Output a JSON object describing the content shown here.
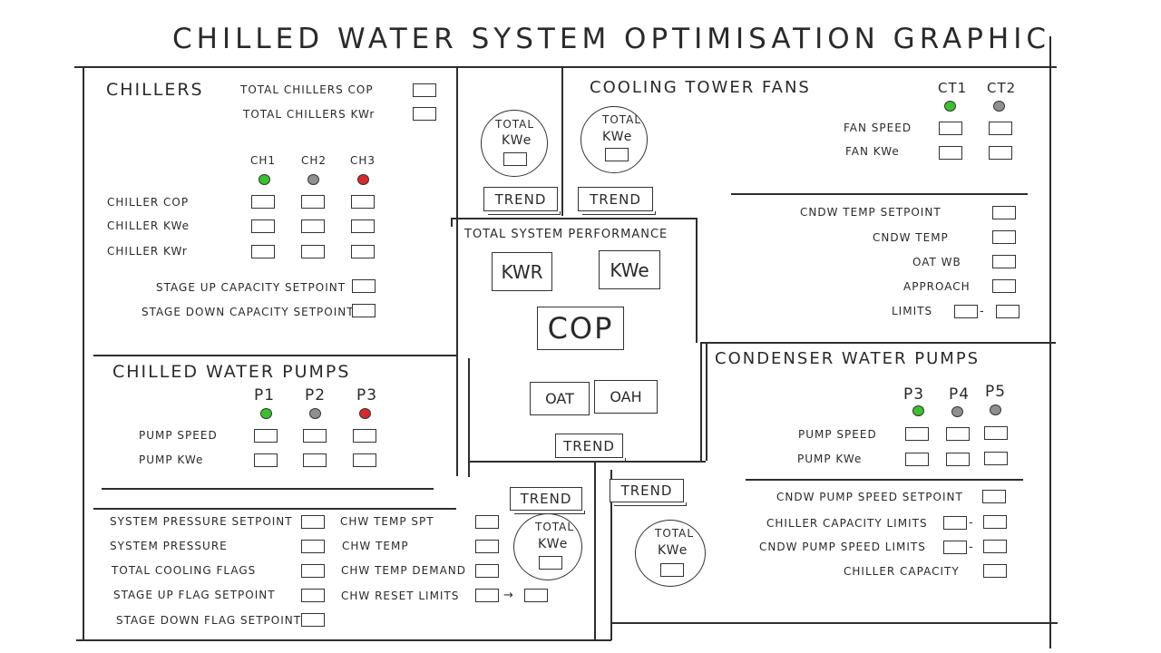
{
  "title": "CHILLED WATER SYSTEM OPTIMISATION GRAPHIC",
  "colors": {
    "status_green": "#39c22b",
    "status_grey": "#8f8f8f",
    "status_red": "#d8292a",
    "ink": "#2e2e2e"
  },
  "common": {
    "total_label_top": "TOTAL",
    "total_label_bottom": "KWe",
    "trend": "TREND"
  },
  "chillers": {
    "heading": "CHILLERS",
    "total_cop": "TOTAL CHILLERS COP",
    "total_kwr": "TOTAL CHILLERS KWr",
    "units": [
      {
        "name": "CH1",
        "status": "green"
      },
      {
        "name": "CH2",
        "status": "grey"
      },
      {
        "name": "CH3",
        "status": "red"
      }
    ],
    "rows": [
      "CHILLER COP",
      "CHILLER KWe",
      "CHILLER KWr"
    ],
    "stage_up": "STAGE UP CAPACITY SETPOINT",
    "stage_down": "STAGE DOWN CAPACITY SETPOINT"
  },
  "cooling_tower": {
    "heading": "COOLING TOWER FANS",
    "units": [
      {
        "name": "CT1",
        "status": "green"
      },
      {
        "name": "CT2",
        "status": "grey"
      }
    ],
    "rows": [
      "FAN SPEED",
      "FAN KWe"
    ],
    "settings": [
      "CNDW TEMP SETPOINT",
      "CNDW TEMP",
      "OAT WB",
      "APPROACH",
      "LIMITS"
    ]
  },
  "system_performance": {
    "heading": "TOTAL SYSTEM PERFORMANCE",
    "kwr": "KWR",
    "kwe": "KWe",
    "cop": "COP",
    "oat": "OAT",
    "oah": "OAH"
  },
  "chw_pumps": {
    "heading": "CHILLED WATER PUMPS",
    "units": [
      {
        "name": "P1",
        "status": "green"
      },
      {
        "name": "P2",
        "status": "grey"
      },
      {
        "name": "P3",
        "status": "red"
      }
    ],
    "rows": [
      "PUMP SPEED",
      "PUMP KWe"
    ],
    "left_settings": [
      "SYSTEM PRESSURE SETPOINT",
      "SYSTEM PRESSURE",
      "TOTAL COOLING FLAGS",
      "STAGE UP FLAG SETPOINT",
      "STAGE DOWN FLAG SETPOINT"
    ],
    "right_settings": [
      "CHW TEMP SPT",
      "CHW TEMP",
      "CHW TEMP DEMAND",
      "CHW RESET LIMITS"
    ]
  },
  "cdw_pumps": {
    "heading": "CONDENSER WATER PUMPS",
    "units": [
      {
        "name": "P3",
        "status": "green"
      },
      {
        "name": "P4",
        "status": "grey"
      },
      {
        "name": "P5",
        "status": "grey"
      }
    ],
    "rows": [
      "PUMP SPEED",
      "PUMP KWe"
    ],
    "settings": [
      "CNDW PUMP SPEED SETPOINT",
      "CHILLER CAPACITY LIMITS",
      "CNDW PUMP SPEED LIMITS",
      "CHILLER CAPACITY"
    ]
  }
}
